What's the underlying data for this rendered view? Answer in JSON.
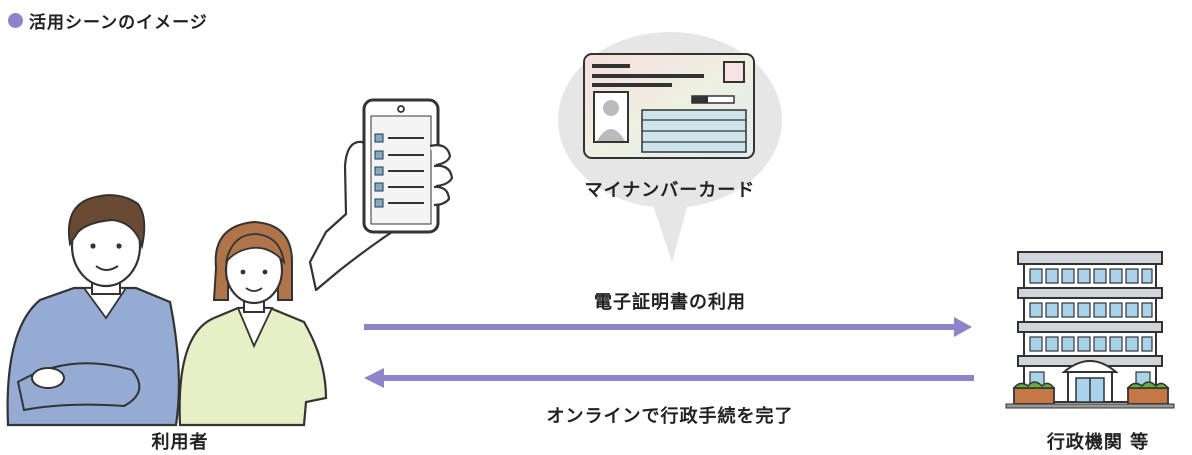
{
  "heading": "活用シーンのイメージ",
  "bubble_label": "マイナンバーカード",
  "arrow_top_label": "電子証明書の利用",
  "arrow_bottom_label": "オンラインで行政手続を完了",
  "left_label": "利用者",
  "right_label": "行政機関 等",
  "colors": {
    "accent": "#8c85c9",
    "bubble": "#e8e8e8"
  }
}
